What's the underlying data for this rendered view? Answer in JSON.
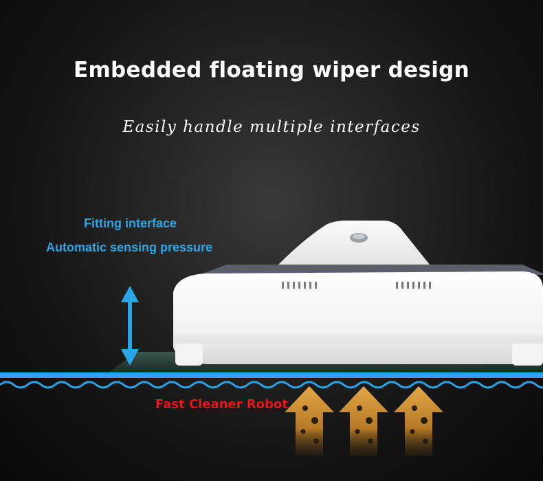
{
  "headline": "Embedded floating wiper design",
  "subheadline": "Easily handle multiple interfaces",
  "features": [
    "Fitting interface",
    "Automatic sensing pressure"
  ],
  "robot_label": "Fast Cleaner Robot",
  "colors": {
    "accent_blue": "#2aa6e6",
    "label_red": "#e8131b",
    "dust_arrow": "#c8862a"
  },
  "icons": [
    "double-headed-arrow-icon",
    "dust-arrow-icon"
  ]
}
